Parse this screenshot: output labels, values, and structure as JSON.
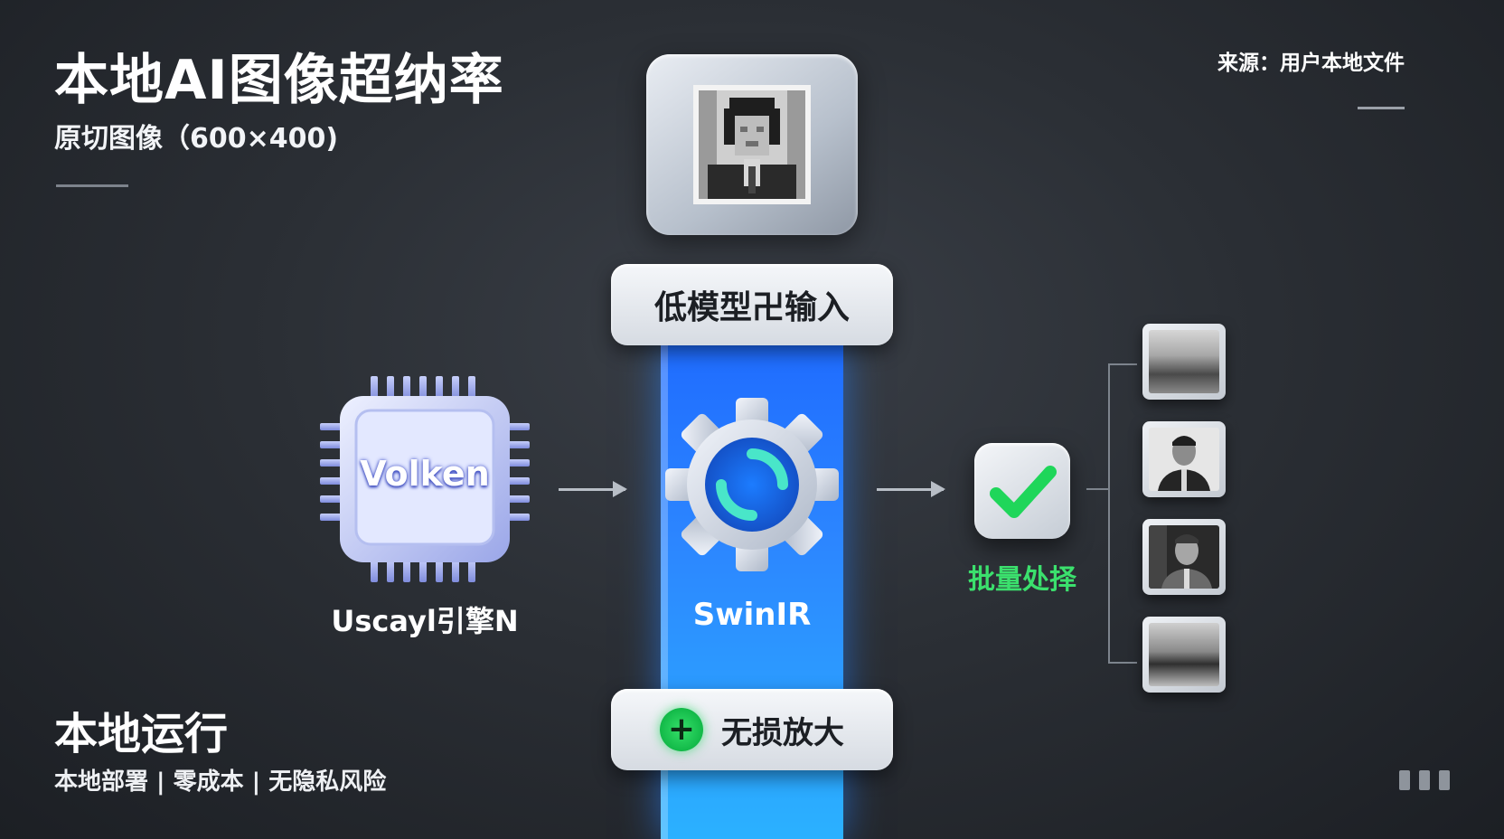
{
  "header": {
    "title": "本地AI图像超纳率",
    "subtitle": "原切图像（600×400)",
    "source": "来源：用户本地文件"
  },
  "pipeline": {
    "input_label": "低模型卍输入",
    "engine_chip_text": "Volken",
    "engine_label": "Uscayl引擎N",
    "model_label": "SwinIR",
    "output_label": "无损放大",
    "batch_label": "批量处择"
  },
  "footer": {
    "title": "本地运行",
    "description": "本地部署 | 零成本 | 无隐私风险"
  },
  "colors": {
    "accent_blue": "#1f6cff",
    "accent_green": "#3be06d"
  }
}
